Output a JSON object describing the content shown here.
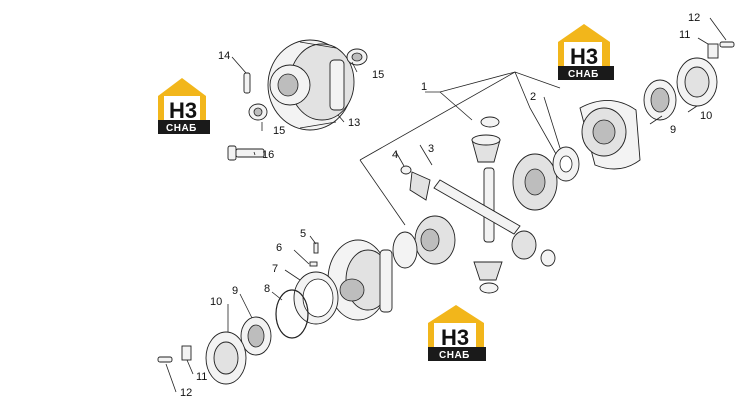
{
  "logo": {
    "mark": "H3",
    "text": "СНАБ"
  },
  "callouts": {
    "c1": "1",
    "c2": "2",
    "c3": "3",
    "c4": "4",
    "c5": "5",
    "c6": "6",
    "c7": "7",
    "c8": "8",
    "c9a": "9",
    "c9b": "9",
    "c10a": "10",
    "c10b": "10",
    "c11a": "11",
    "c11b": "11",
    "c12a": "12",
    "c12b": "12",
    "c13": "13",
    "c14": "14",
    "c15a": "15",
    "c15b": "15",
    "c16": "16"
  }
}
